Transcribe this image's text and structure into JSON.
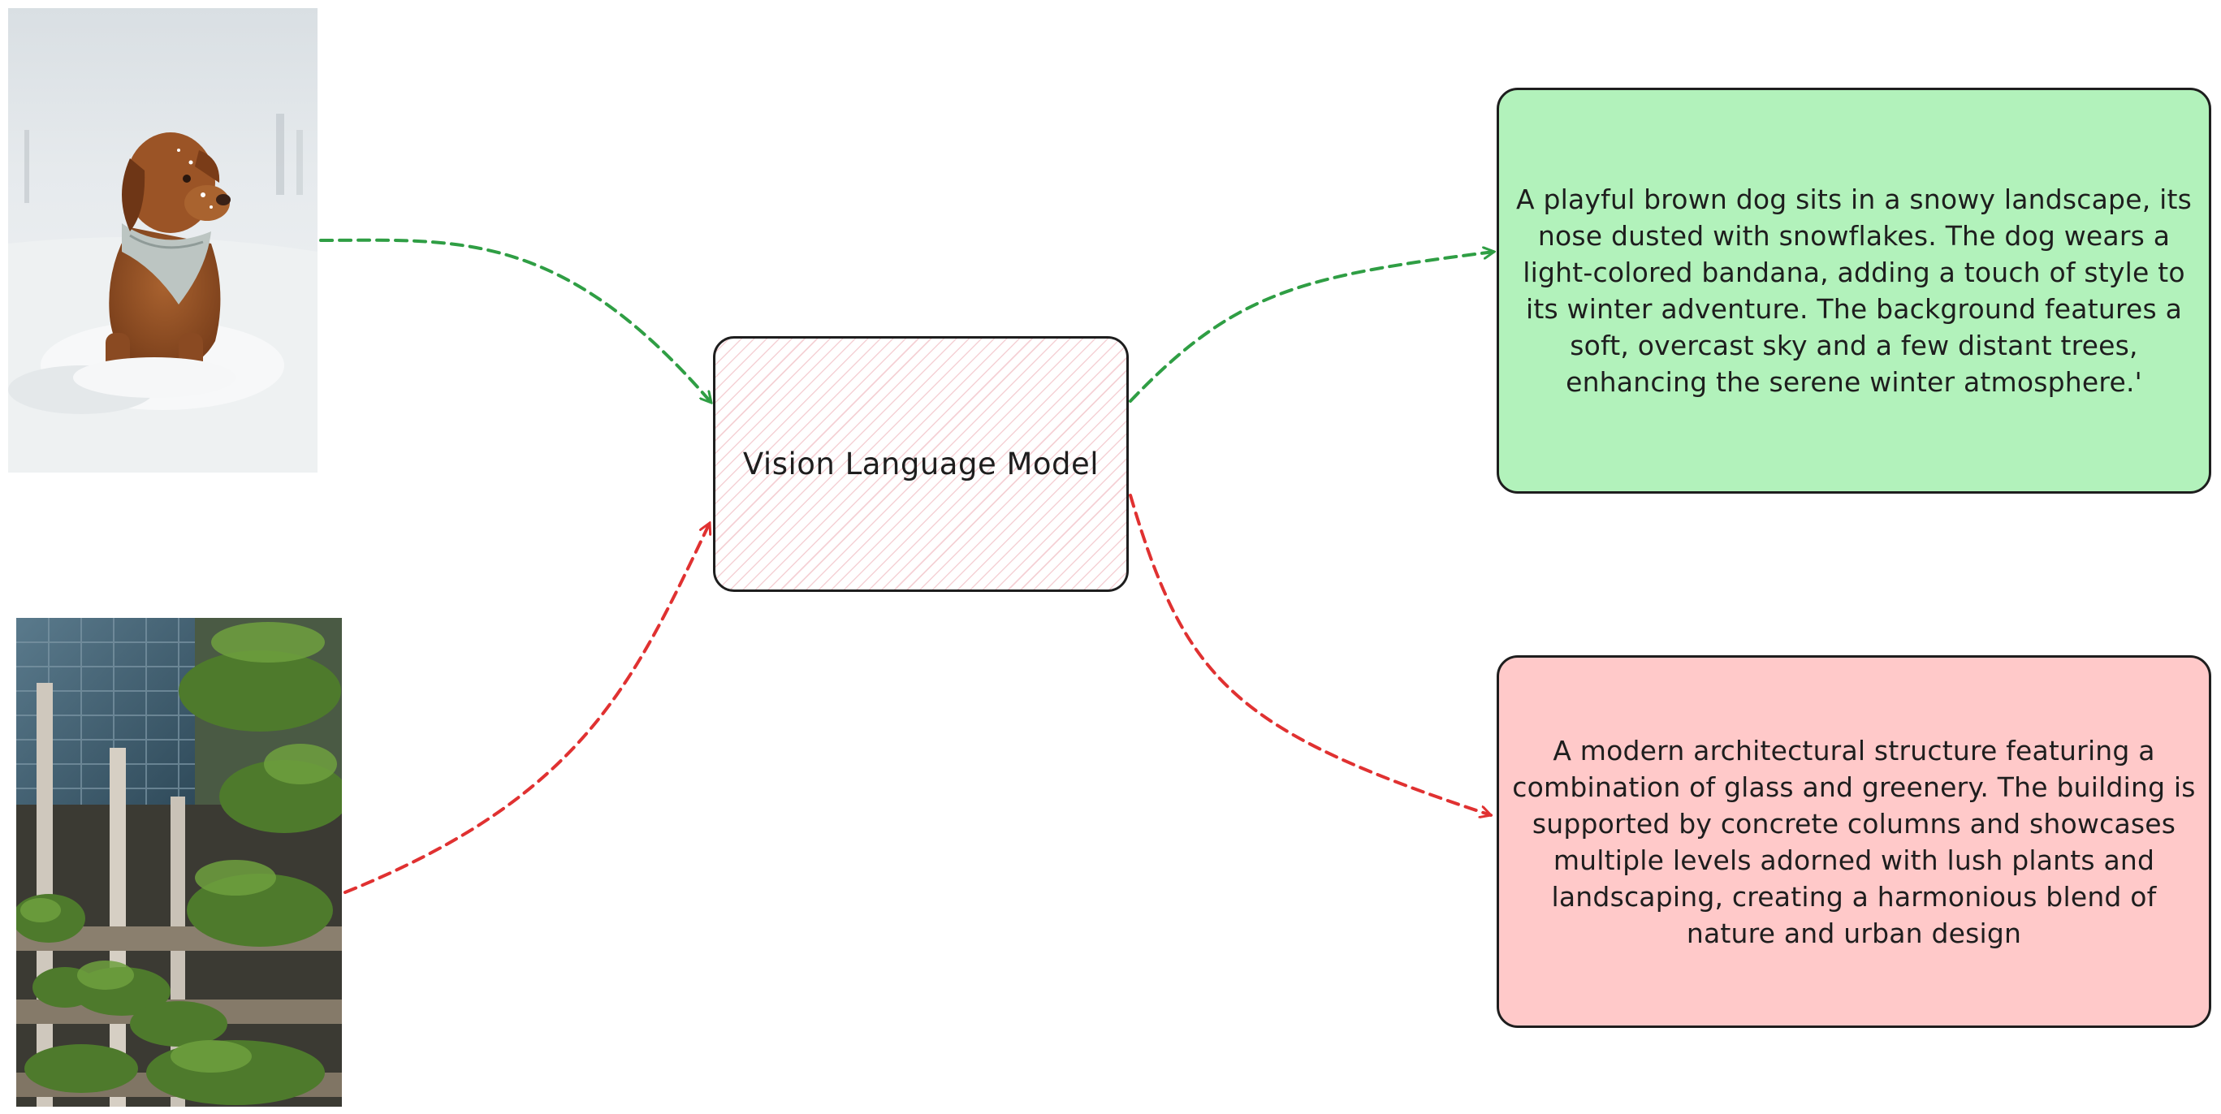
{
  "diagram": {
    "model_label": "Vision Language Model",
    "captions": {
      "good": "A playful brown dog sits in a snowy landscape, its nose dusted with snowflakes. The dog wears a light-colored bandana, adding a touch of style to its winter adventure. The background features a soft, overcast sky and a few distant trees, enhancing the serene winter atmosphere.'",
      "bad": "A modern architectural structure featuring a combination of glass and greenery. The building is supported by concrete columns and showcases multiple levels adorned with lush plants and landscaping, creating a harmonious blend of nature and urban design"
    },
    "colors": {
      "good_arrow": "#2f9e44",
      "bad_arrow": "#e03131",
      "good_fill": "#b2f2bb",
      "bad_fill": "#ffc9c9",
      "stroke": "#1e1e1e"
    }
  }
}
